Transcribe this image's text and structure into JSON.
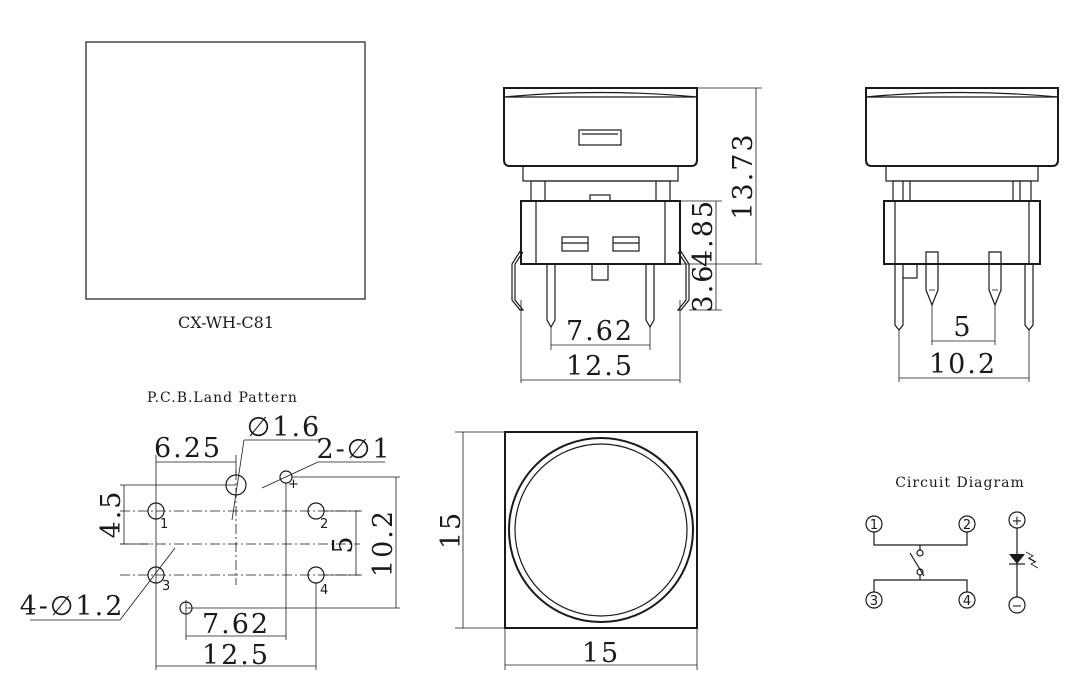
{
  "model_label": "CX-WH-C81",
  "front_view": {
    "dim_height_total": "13.73",
    "dim_body": "4.85",
    "dim_pin": "3.6",
    "dim_pin_pitch": "7.62",
    "dim_width": "12.5"
  },
  "side_view": {
    "dim_pitch": "5",
    "dim_width": "10.2"
  },
  "pcb": {
    "title": "P.C.B.Land Pattern",
    "dim_625": "6.25",
    "dim_hole_16": "∅1.6",
    "dim_2_hole_1": "2-∅1",
    "dim_45": "4.5",
    "dim_5": "5",
    "dim_102": "10.2",
    "dim_4_hole_12": "4-∅1.2",
    "dim_762": "7.62",
    "dim_125": "12.5",
    "pin_labels": [
      "1",
      "2",
      "3",
      "4"
    ],
    "plus": "+"
  },
  "top_view": {
    "dim_w": "15",
    "dim_h": "15"
  },
  "circuit": {
    "title": "Circuit Diagram",
    "pins": [
      "1",
      "2",
      "3",
      "4"
    ],
    "plus": "+",
    "minus": "−"
  }
}
